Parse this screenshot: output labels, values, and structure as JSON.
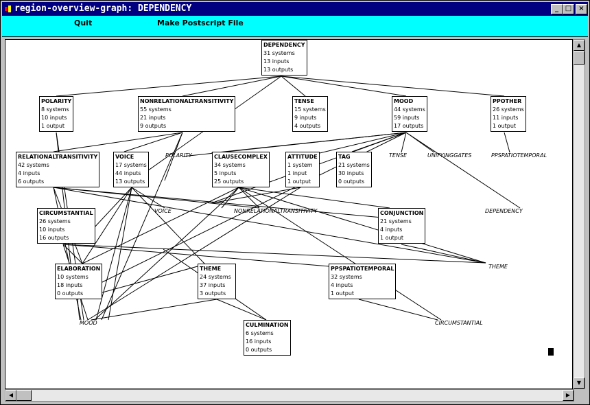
{
  "window": {
    "title": "region-overview-graph: DEPENDENCY"
  },
  "menu": {
    "quit": "Quit",
    "postscript": "Make Postscript File"
  },
  "nodes": [
    {
      "id": "dependency",
      "title": "DEPENDENCY",
      "systems": "31 systems",
      "inputs": "13 inputs",
      "outputs": "13 outputs"
    },
    {
      "id": "polarity",
      "title": "POLARITY",
      "systems": "8 systems",
      "inputs": "10 inputs",
      "outputs": "1 output"
    },
    {
      "id": "nonrel",
      "title": "NONRELATIONALTRANSITIVITY",
      "systems": "55 systems",
      "inputs": "21 inputs",
      "outputs": "9 outputs"
    },
    {
      "id": "tense",
      "title": "TENSE",
      "systems": "15 systems",
      "inputs": "9 inputs",
      "outputs": "4 outputs"
    },
    {
      "id": "mood",
      "title": "MOOD",
      "systems": "44 systems",
      "inputs": "59 inputs",
      "outputs": "17 outputs"
    },
    {
      "id": "ppother",
      "title": "PPOTHER",
      "systems": "26 systems",
      "inputs": "11 inputs",
      "outputs": "1 output"
    },
    {
      "id": "reltrans",
      "title": "RELATIONALTRANSITIVITY",
      "systems": "42 systems",
      "inputs": "4 inputs",
      "outputs": "6 outputs"
    },
    {
      "id": "voice",
      "title": "VOICE",
      "systems": "17 systems",
      "inputs": "44 inputs",
      "outputs": "13 outputs"
    },
    {
      "id": "clausecomplex",
      "title": "CLAUSECOMPLEX",
      "systems": "34 systems",
      "inputs": "5 inputs",
      "outputs": "25 outputs"
    },
    {
      "id": "attitude",
      "title": "ATTITUDE",
      "systems": "1 system",
      "inputs": "1 input",
      "outputs": "1 output"
    },
    {
      "id": "tag",
      "title": "TAG",
      "systems": "21 systems",
      "inputs": "30 inputs",
      "outputs": "0 outputs"
    },
    {
      "id": "circumstantial",
      "title": "CIRCUMSTANTIAL",
      "systems": "26 systems",
      "inputs": "10 inputs",
      "outputs": "16 outputs"
    },
    {
      "id": "conjunction",
      "title": "CONJUNCTION",
      "systems": "21 systems",
      "inputs": "4 inputs",
      "outputs": "1 output"
    },
    {
      "id": "elaboration",
      "title": "ELABORATION",
      "systems": "10 systems",
      "inputs": "18 inputs",
      "outputs": "0 outputs"
    },
    {
      "id": "theme",
      "title": "THEME",
      "systems": "24 systems",
      "inputs": "37 inputs",
      "outputs": "3 outputs"
    },
    {
      "id": "ppspatio",
      "title": "PPSPATIOTEMPORAL",
      "systems": "32 systems",
      "inputs": "4 inputs",
      "outputs": "1 output"
    },
    {
      "id": "culmination",
      "title": "CULMINATION",
      "systems": "6 systems",
      "inputs": "16 inputs",
      "outputs": "0 outputs"
    }
  ],
  "labels": [
    {
      "id": "l_polarity",
      "text": "POLARITY"
    },
    {
      "id": "l_tense",
      "text": "TENSE"
    },
    {
      "id": "l_unifying",
      "text": "UNIFYINGGATES"
    },
    {
      "id": "l_ppspatio",
      "text": "PPSPATIOTEMPORAL"
    },
    {
      "id": "l_voice",
      "text": "VOICE"
    },
    {
      "id": "l_nonrel",
      "text": "NONRELATIONALTRANSITIVITY"
    },
    {
      "id": "l_dependency",
      "text": "DEPENDENCY"
    },
    {
      "id": "l_theme",
      "text": "THEME"
    },
    {
      "id": "l_mood",
      "text": "MOOD"
    },
    {
      "id": "l_circumstantial",
      "text": "CIRCUMSTANTIAL"
    }
  ]
}
